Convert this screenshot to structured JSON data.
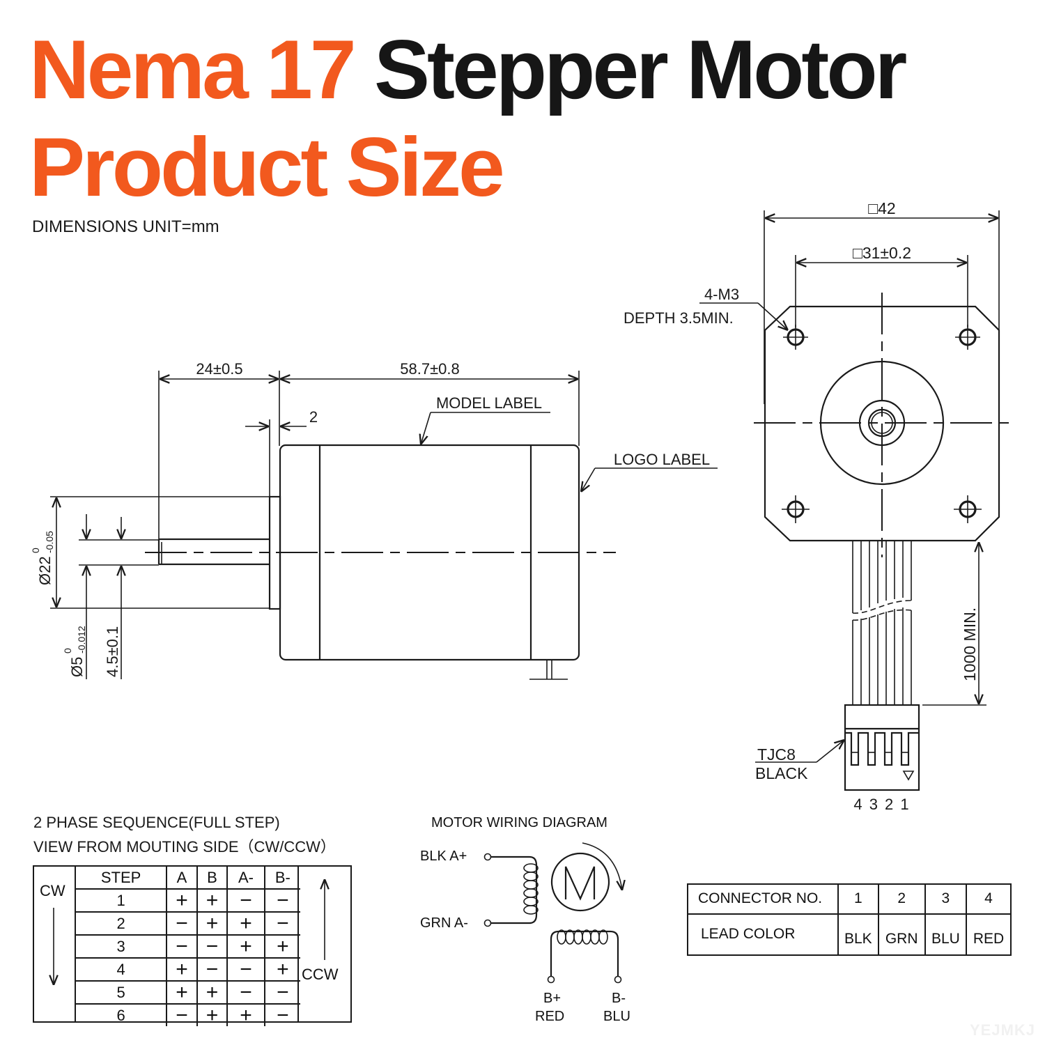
{
  "title": {
    "line1_orange": "Nema 17",
    "line1_black": "Stepper Motor",
    "line2_orange": "Product Size",
    "accent_color": "#f2591e",
    "text_color": "#161616"
  },
  "units_note": "DIMENSIONS UNIT=mm",
  "side_view": {
    "shaft_length": "24±0.5",
    "body_length": "58.7±0.8",
    "flange_step": "2",
    "model_label": "MODEL LABEL",
    "logo_label": "LOGO LABEL",
    "boss_diameter": {
      "symbol": "Ø22",
      "upper_tol": "0",
      "lower_tol": "-0.05"
    },
    "shaft_diameter": {
      "symbol": "Ø5",
      "upper_tol": "0",
      "lower_tol": "-0.012"
    },
    "flat_depth": "4.5±0.1"
  },
  "front_view": {
    "frame_size": "□42",
    "hole_spacing": "□31±0.2",
    "mount_holes": "4-M3",
    "mount_depth": "DEPTH 3.5MIN.",
    "lead_length": "1000 MIN.",
    "connector_type": "TJC8",
    "connector_color": "BLACK",
    "pin_numbers": "4 3 2 1"
  },
  "phase_sequence": {
    "caption_line1": "2 PHASE SEQUENCE(FULL STEP)",
    "caption_line2": "VIEW FROM MOUTING SIDE（CW/CCW）",
    "cw_label": "CW",
    "ccw_label": "CCW",
    "columns": [
      "STEP",
      "A",
      "B",
      "A-",
      "B-"
    ],
    "rows": [
      [
        "1",
        "+",
        "+",
        "−",
        "−"
      ],
      [
        "2",
        "−",
        "+",
        "+",
        "−"
      ],
      [
        "3",
        "−",
        "−",
        "+",
        "+"
      ],
      [
        "4",
        "+",
        "−",
        "−",
        "+"
      ],
      [
        "5",
        "+",
        "+",
        "−",
        "−"
      ],
      [
        "6",
        "−",
        "+",
        "+",
        "−"
      ]
    ]
  },
  "wiring_diagram": {
    "title": "MOTOR WIRING  DIAGRAM",
    "a_plus": "BLK  A+",
    "a_minus": "GRN  A-",
    "b_plus_pin": "B+",
    "b_plus_color": "RED",
    "b_minus_pin": "B-",
    "b_minus_color": "BLU",
    "motor_symbol": "M"
  },
  "connector_table": {
    "row1_header": "CONNECTOR NO.",
    "row2_header": "LEAD COLOR",
    "numbers": [
      "1",
      "2",
      "3",
      "4"
    ],
    "colors": [
      "BLK",
      "GRN",
      "BLU",
      "RED"
    ]
  },
  "watermark": "YEJMKJ"
}
